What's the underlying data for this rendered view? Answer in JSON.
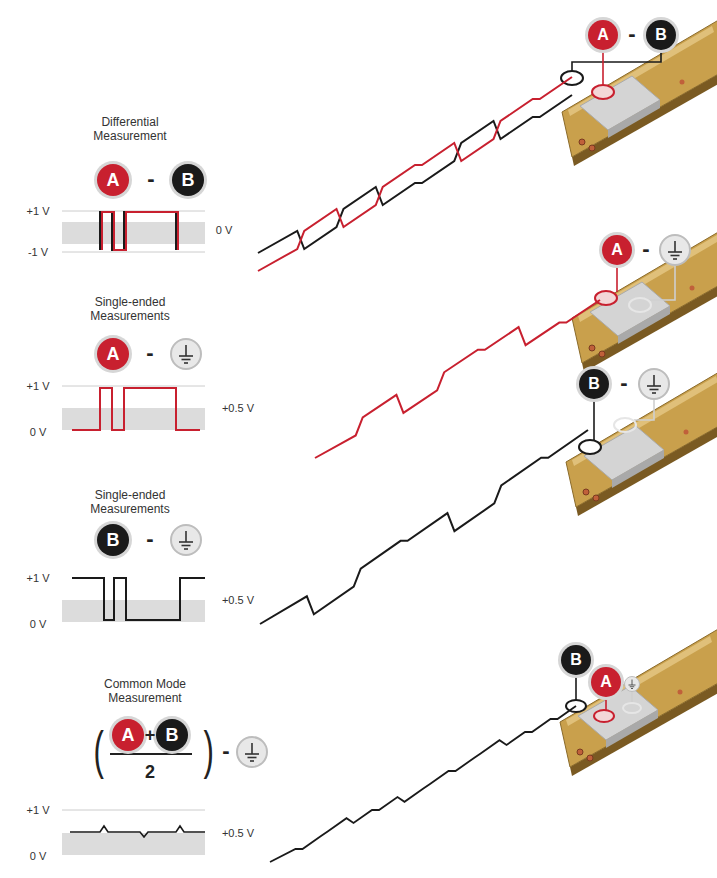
{
  "diagram": {
    "nodes": [
      {
        "text": [
          "A"
        ]
      },
      {
        "text": [
          "B"
        ]
      },
      {
        "text": [
          "A"
        ]
      },
      {
        "text": [
          "B"
        ]
      },
      {
        "text": [
          "A"
        ]
      },
      {
        "text": [
          "B"
        ]
      },
      {
        "text": [
          "A"
        ]
      },
      {
        "text": [
          "B"
        ]
      },
      {
        "text": [
          "A"
        ]
      },
      {
        "text": [
          "B"
        ]
      },
      {
        "text": [
          "B"
        ]
      },
      {
        "text": [
          "A"
        ]
      }
    ],
    "labels": [
      "Differential Measurement",
      "-",
      "+1 V",
      "0 V",
      "-1 V",
      "Single-ended Measurements",
      "-",
      "+1 V",
      "+0.5 V",
      "0 V",
      "Single-ended Measurements",
      "-",
      "+1 V",
      "+0.5 V",
      "0 V",
      "Common Mode Measurement",
      "(",
      "+",
      "2",
      ")",
      "-",
      "+1 V",
      "+0.5 V",
      "0 V",
      "-",
      "-",
      "-"
    ]
  }
}
